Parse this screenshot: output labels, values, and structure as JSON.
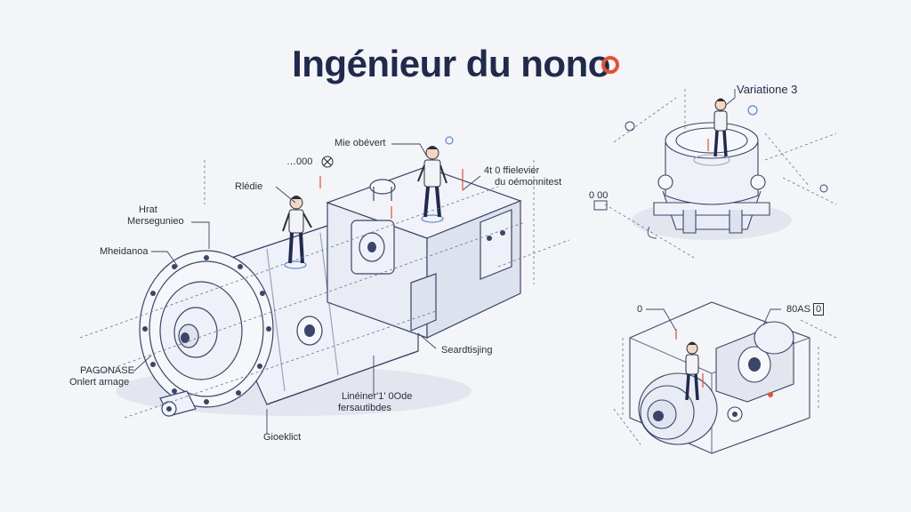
{
  "title": "Ingénieur du nono",
  "labels": {
    "variation": "Variatione 3",
    "mie_obevert": "Mie obévert",
    "ref_left": "…000",
    "reddie": "Rlédie",
    "hrat": "Hrat",
    "mersegoneo": "Mersegunieo",
    "mheidanoa": "Mheidanoa",
    "fo_ffiere_1": "4t 0 ffielevier",
    "fo_ffiere_2": "du oémonnitest",
    "side_ref": "0 00",
    "paginase_1": "PAGONASE",
    "paginase_2": "Onlert arnage",
    "sardifing": "Seardtisjing",
    "lineier_1": "Linéiner'1' 0Ode",
    "lineier_2": "fersautibdes",
    "gooktict": "Gioeklict",
    "bottom_o": "0",
    "bottom_ref": "80AS",
    "bottom_ref_badge": "0"
  },
  "colors": {
    "ink": "#1f2a4d",
    "line": "#3a4668",
    "accent": "#e8502f",
    "blue": "#3a6fd6",
    "shadow": "#d7dbea"
  }
}
